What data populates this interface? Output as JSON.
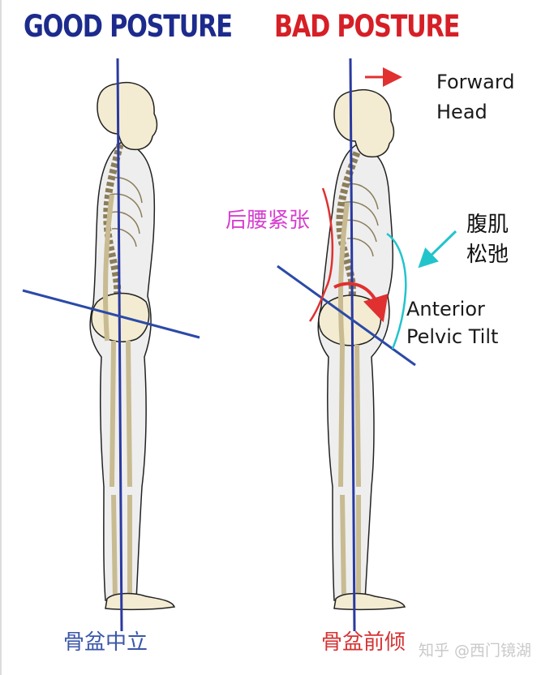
{
  "titles": {
    "good": "GOOD POSTURE",
    "bad": "BAD POSTURE"
  },
  "annotations": {
    "forward_head_line1": "Forward",
    "forward_head_line2": "Head",
    "lower_back_tight": "后腰紧张",
    "abs_line1": "腹肌",
    "abs_line2": "松弛",
    "anterior_line1": "Anterior",
    "anterior_line2": "Pelvic Tilt"
  },
  "captions": {
    "neutral_pelvis": "骨盆中立",
    "anterior_tilt": "骨盆前倾"
  },
  "watermark": "知乎 @西门镜湖",
  "colors": {
    "good_title": "#1c2b8c",
    "bad_title": "#d61f26",
    "plumb_line": "#2a3aa0",
    "pelvis_line": "#2b4aa8",
    "tension": "#e03030",
    "abs": "#22c4cc",
    "back_label": "#d63fd0",
    "bone_fill": "#f3ecd2",
    "body_fill": "#eeeeee",
    "outline": "#222222"
  }
}
